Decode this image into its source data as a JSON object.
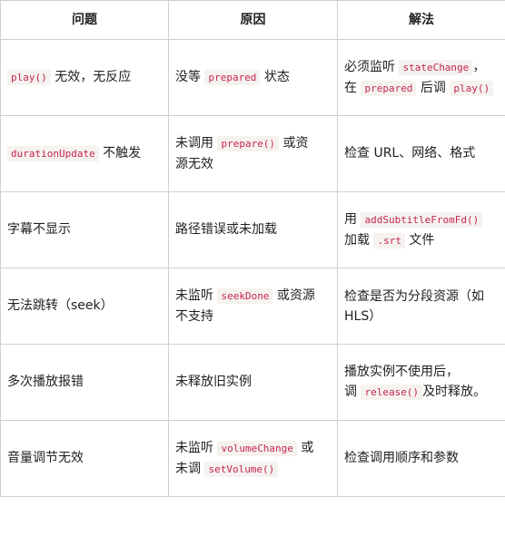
{
  "table": {
    "headers": [
      "问题",
      "原因",
      "解法"
    ],
    "rows": [
      {
        "problem": [
          {
            "code": "play()"
          },
          {
            "text": " 无效，无反应"
          }
        ],
        "cause": [
          {
            "text": "没等 "
          },
          {
            "code": "prepared"
          },
          {
            "text": " 状态"
          }
        ],
        "solution_lines": [
          [
            {
              "text": "必须监听 "
            },
            {
              "code": "stateChange"
            },
            {
              "text": "，"
            }
          ],
          [
            {
              "text": "在 "
            },
            {
              "code": "prepared"
            },
            {
              "text": " 后调 "
            },
            {
              "code": "play()"
            }
          ]
        ]
      },
      {
        "problem": [
          {
            "code": "durationUpdate"
          },
          {
            "text": " 不触发"
          }
        ],
        "cause_lines": [
          [
            {
              "text": "未调用 "
            },
            {
              "code": "prepare()"
            },
            {
              "text": " 或资"
            }
          ],
          [
            {
              "text": "源无效"
            }
          ]
        ],
        "solution": [
          {
            "text": "检查 URL、网络、格式"
          }
        ]
      },
      {
        "problem": [
          {
            "text": "字幕不显示"
          }
        ],
        "cause": [
          {
            "text": "路径错误或未加载"
          }
        ],
        "solution_lines": [
          [
            {
              "text": "用 "
            },
            {
              "code": "addSubtitleFromFd()"
            }
          ],
          [
            {
              "text": "加载 "
            },
            {
              "code": ".srt"
            },
            {
              "text": " 文件"
            }
          ]
        ]
      },
      {
        "problem": [
          {
            "text": "无法跳转（seek）"
          }
        ],
        "cause_lines": [
          [
            {
              "text": "未监听 "
            },
            {
              "code": "seekDone"
            },
            {
              "text": " 或资源"
            }
          ],
          [
            {
              "text": "不支持"
            }
          ]
        ],
        "solution_lines": [
          [
            {
              "text": "检查是否为分段资源（如"
            }
          ],
          [
            {
              "text": "HLS）"
            }
          ]
        ]
      },
      {
        "problem": [
          {
            "text": "多次播放报错"
          }
        ],
        "cause": [
          {
            "text": "未释放旧实例"
          }
        ],
        "solution_lines": [
          [
            {
              "text": "播放实例不使用后，"
            }
          ],
          [
            {
              "text": "调 "
            },
            {
              "code": "release()"
            },
            {
              "text": "及时释放。"
            }
          ]
        ]
      },
      {
        "problem": [
          {
            "text": "音量调节无效"
          }
        ],
        "cause_lines": [
          [
            {
              "text": "未监听 "
            },
            {
              "code": "volumeChange"
            },
            {
              "text": " 或"
            }
          ],
          [
            {
              "text": "未调 "
            },
            {
              "code": "setVolume()"
            }
          ]
        ],
        "solution": [
          {
            "text": "检查调用顺序和参数"
          }
        ]
      }
    ]
  },
  "colors": {
    "border": "#cfcfcf",
    "code_text": "#c7254e",
    "code_background": "#f5f2f0",
    "body_text": "#1f1f1f"
  }
}
